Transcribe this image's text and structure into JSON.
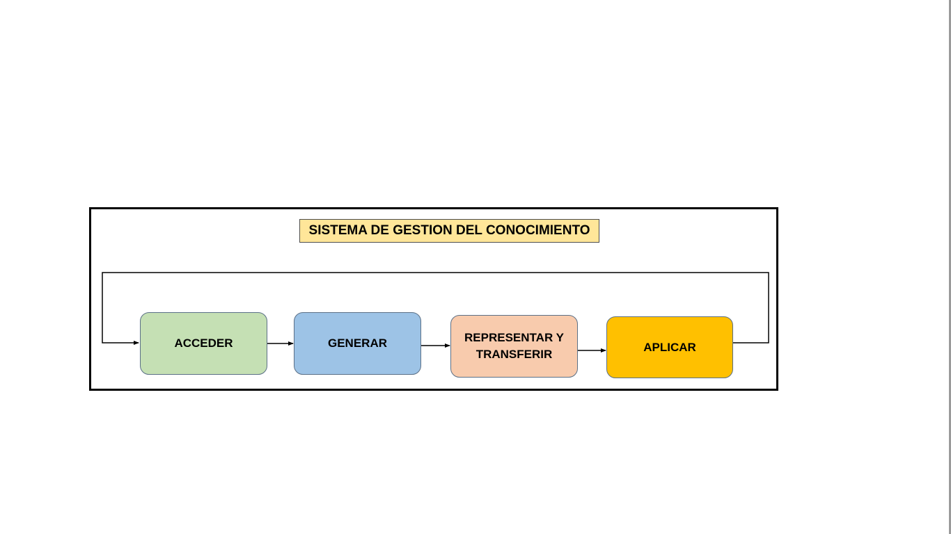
{
  "diagram": {
    "title": "SISTEMA DE GESTION DEL CONOCIMIENTO",
    "steps": [
      {
        "id": "acceder",
        "label": "ACCEDER",
        "color": "#c5e0b4"
      },
      {
        "id": "generar",
        "label": "GENERAR",
        "color": "#9dc3e6"
      },
      {
        "id": "representar",
        "label": "REPRESENTAR Y\nTRANSFERIR",
        "color": "#f8cbad"
      },
      {
        "id": "aplicar",
        "label": "APLICAR",
        "color": "#ffc000"
      }
    ],
    "flow": [
      "acceder",
      "generar",
      "representar",
      "aplicar",
      "acceder"
    ],
    "title_color": "#ffe699"
  }
}
